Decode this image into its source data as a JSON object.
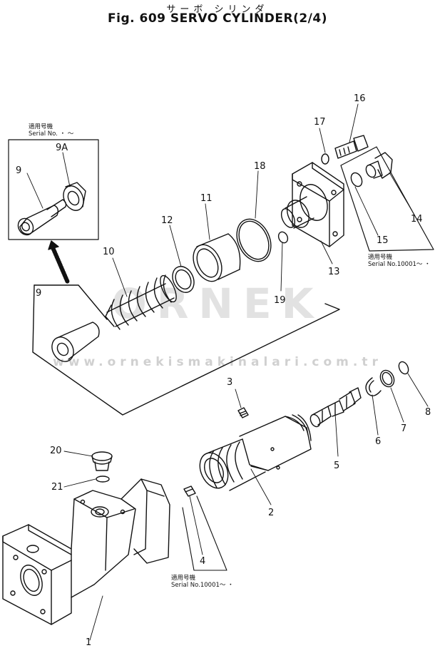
{
  "title_jp": "サーボ シリンダ",
  "title": "Fig. 609 SERVO CYLINDER(2/4)",
  "watermark": {
    "brand": "ORNEK",
    "url": "www.ornekismakinalari.com.tr"
  },
  "notes": {
    "box_9": {
      "jp": "適用号機",
      "serial": "Serial No.  ・  ～"
    },
    "box_14_15": {
      "jp": "適用号機",
      "serial": "Serial No.10001～  ・"
    },
    "box_4": {
      "jp": "適用号機",
      "serial": "Serial No.10001～  ・"
    }
  },
  "labels": {
    "p1": "1",
    "p2": "2",
    "p3": "3",
    "p4": "4",
    "p5": "5",
    "p6": "6",
    "p7": "7",
    "p8": "8",
    "p9_box": "9",
    "p9a": "9A",
    "p9": "9",
    "p10": "10",
    "p11": "11",
    "p12": "12",
    "p13": "13",
    "p14": "14",
    "p15": "15",
    "p16": "16",
    "p17": "17",
    "p18": "18",
    "p19": "19",
    "p20": "20",
    "p21": "21"
  }
}
